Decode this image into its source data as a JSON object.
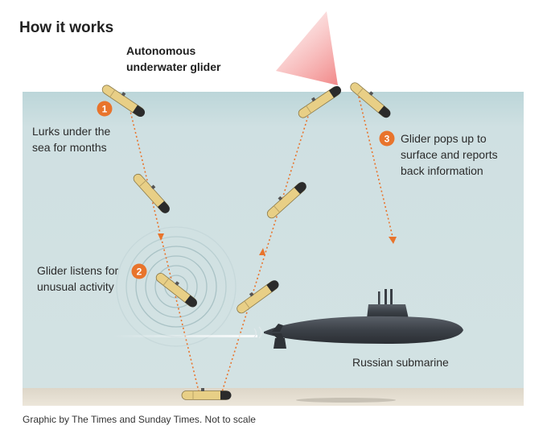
{
  "title": "How it works",
  "glider_label": {
    "line1": "Autonomous",
    "line2": "underwater glider"
  },
  "steps": [
    {
      "number": "1",
      "line1": "Lurks under the",
      "line2": "sea for months"
    },
    {
      "number": "2",
      "line1": "Glider listens for",
      "line2": "unusual activity"
    },
    {
      "number": "3",
      "line1": "Glider pops up to",
      "line2": "surface and reports",
      "line3": "back information"
    }
  ],
  "submarine_label": "Russian submarine",
  "caption": "Graphic by The Times and Sunday Times. Not to scale",
  "colors": {
    "sea": "#cfe0e2",
    "seabed": "#e6e0d4",
    "accent": "#e8742c",
    "glider_body": "#e8cf86",
    "glider_tail": "#2b2b2b",
    "submarine": "#3a3f45",
    "signal_cone": "#f7a6a6"
  }
}
